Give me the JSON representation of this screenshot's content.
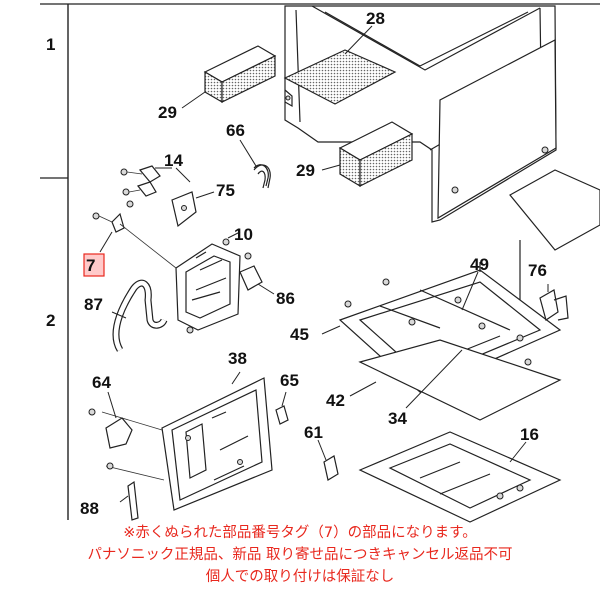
{
  "rows": [
    "1",
    "2"
  ],
  "part_numbers": {
    "p28": "28",
    "p29a": "29",
    "p29b": "29",
    "p66": "66",
    "p14": "14",
    "p75": "75",
    "p10": "10",
    "p7": "7",
    "p87": "87",
    "p86": "86",
    "p49": "49",
    "p76": "76",
    "p45": "45",
    "p42": "42",
    "p38": "38",
    "p64": "64",
    "p65": "65",
    "p34": "34",
    "p61": "61",
    "p16": "16",
    "p88": "88"
  },
  "highlighted_tag": "7",
  "highlight_color": "#e8281e",
  "notes": [
    "※赤くぬられた部品番号タグ（7）の部品になります。",
    "パナソニック正規品、新品 取り寄せ品につきキャンセル返品不可",
    "個人での取り付けは保証なし"
  ]
}
